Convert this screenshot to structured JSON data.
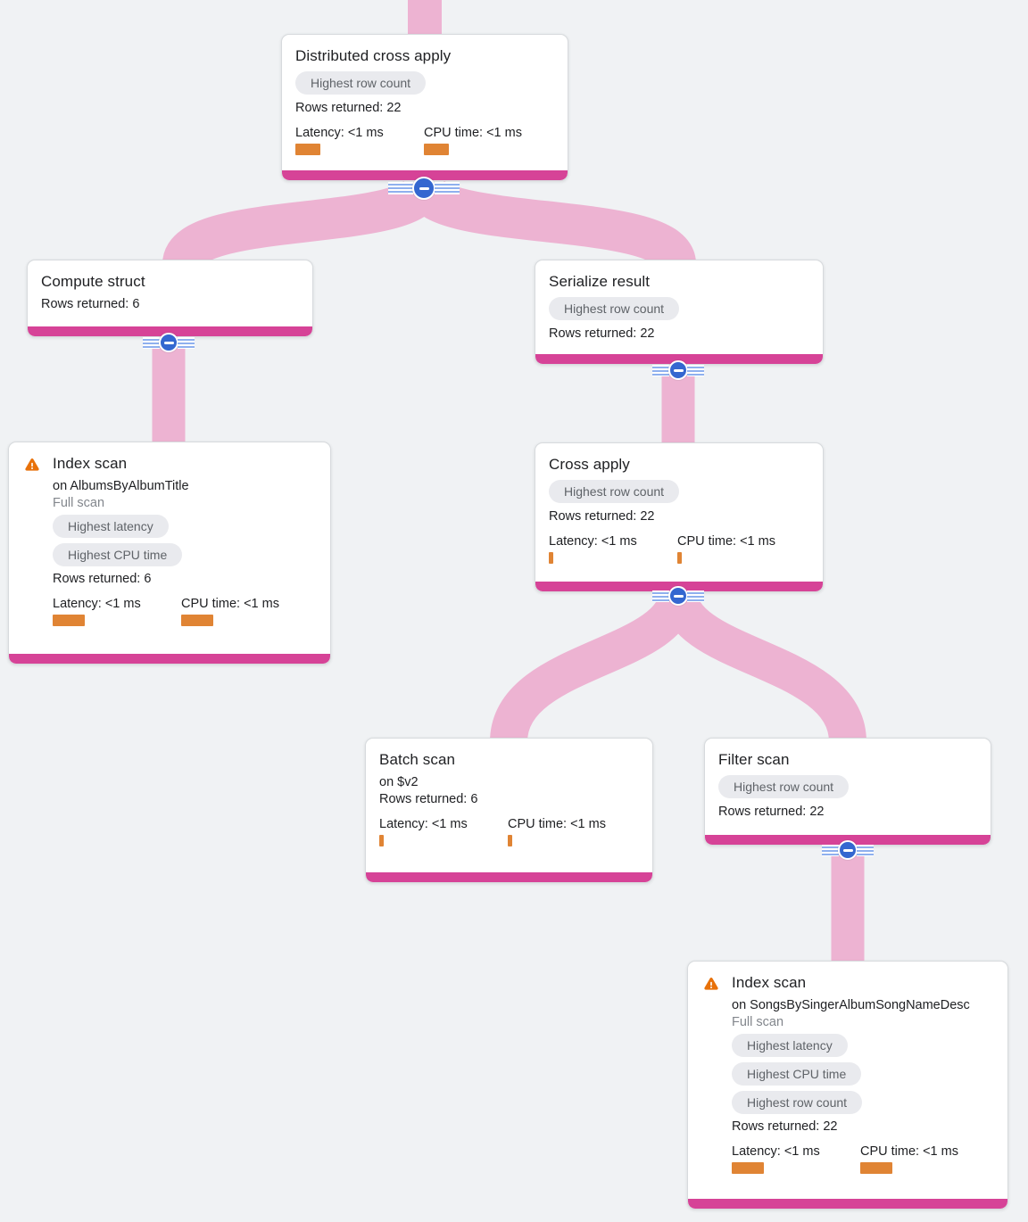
{
  "palette": {
    "background": "#f0f2f4",
    "card_background": "#ffffff",
    "card_border": "#d7dadd",
    "accent_bar_magenta": "#d64397",
    "edge_pink": "#edb3d2",
    "badge_background": "#e9eaee",
    "badge_text": "#5f6368",
    "metric_bar_orange": "#e08434",
    "warning_orange": "#e8710a",
    "expander_blue": "#3467d0",
    "expander_stripe_blue": "#8fb0ee",
    "title_text": "#202124",
    "muted_text": "#82868c"
  },
  "nodes": [
    {
      "title": "Distributed cross apply",
      "badges": [
        "Highest row count"
      ],
      "rows": "Rows returned: 22",
      "latency": "Latency: <1 ms",
      "cpu": "CPU time: <1 ms"
    },
    {
      "title": "Compute struct",
      "rows": "Rows returned: 6"
    },
    {
      "title": "Serialize result",
      "badges": [
        "Highest row count"
      ],
      "rows": "Rows returned: 22"
    },
    {
      "title": "Index scan",
      "subtitle": "on AlbumsByAlbumTitle",
      "scan_type": "Full scan",
      "badges": [
        "Highest latency",
        "Highest CPU time"
      ],
      "rows": "Rows returned: 6",
      "latency": "Latency: <1 ms",
      "cpu": "CPU time: <1 ms"
    },
    {
      "title": "Cross apply",
      "badges": [
        "Highest row count"
      ],
      "rows": "Rows returned: 22",
      "latency": "Latency: <1 ms",
      "cpu": "CPU time: <1 ms"
    },
    {
      "title": "Batch scan",
      "subtitle": "on $v2",
      "rows": "Rows returned: 6",
      "latency": "Latency: <1 ms",
      "cpu": "CPU time: <1 ms"
    },
    {
      "title": "Filter scan",
      "badges": [
        "Highest row count"
      ],
      "rows": "Rows returned: 22"
    },
    {
      "title": "Index scan",
      "subtitle": "on SongsBySingerAlbumSongNameDesc",
      "scan_type": "Full scan",
      "badges": [
        "Highest latency",
        "Highest CPU time",
        "Highest row count"
      ],
      "rows": "Rows returned: 22",
      "latency": "Latency: <1 ms",
      "cpu": "CPU time: <1 ms"
    }
  ]
}
